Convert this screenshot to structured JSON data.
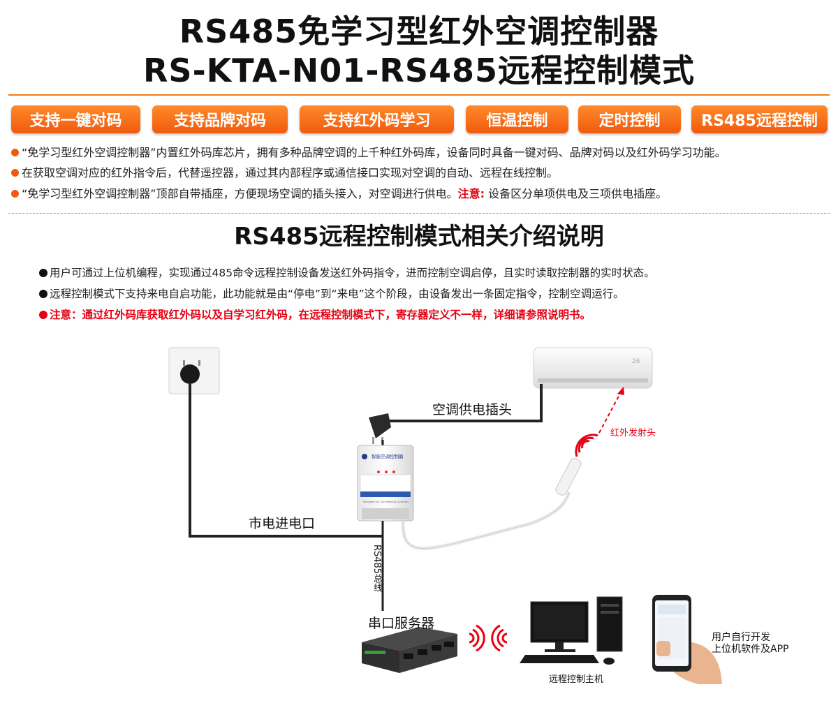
{
  "header": {
    "title_line1": "RS485免学习型红外空调控制器",
    "title_line2": "RS-KTA-N01-RS485远程控制模式"
  },
  "feature_tags": [
    "支持一键对码",
    "支持品牌对码",
    "支持红外码学习",
    "恒温控制",
    "定时控制",
    "RS485远程控制"
  ],
  "intro_bullets": {
    "b1": "“免学习型红外空调控制器”内置红外码库芯片，拥有多种品牌空调的上千种红外码库，设备同时具备一键对码、品牌对码以及红外码学习功能。",
    "b2": "在获取空调对应的红外指令后，代替遥控器，通过其内部程序或通信接口实现对空调的自动、远程在线控制。",
    "b3_main": "“免学习型红外空调控制器”顶部自带插座，方便现场空调的插头接入，对空调进行供电。",
    "b3_note_label": "注意:",
    "b3_note_text": "设备区分单项供电及三项供电插座。"
  },
  "section": {
    "title": "RS485远程控制模式相关介绍说明",
    "bullets": [
      "用户可通过上位机编程，实现通过485命令远程控制设备发送红外码指令，进而控制空调启停，且实时读取控制器的实时状态。",
      "远程控制模式下支持来电自启功能，此功能就是由“停电”到“来电”这个阶段，由设备发出一条固定指令，控制空调运行。"
    ],
    "warning": "注意：通过红外码库获取红外码以及自学习红外码，在远程控制模式下，寄存器定义不一样，详细请参照说明书。"
  },
  "diagram": {
    "ac_plug_label": "空调供电插头",
    "ir_emitter_label": "红外发射头",
    "mains_label": "市电进电口",
    "bus_label": "RS485总线",
    "serial_server_label": "串口服务器",
    "host_label": "远程控制主机",
    "app_label_line1": "用户自行开发",
    "app_label_line2": "上位机软件及APP",
    "controller_brand_text": "智能空调控制器",
    "controller_sub_text": "Intelligent Air Conditioning Controller",
    "ac_display": "26"
  },
  "colors": {
    "accent_orange": "#f07d1a",
    "warning_red": "#e60012"
  }
}
